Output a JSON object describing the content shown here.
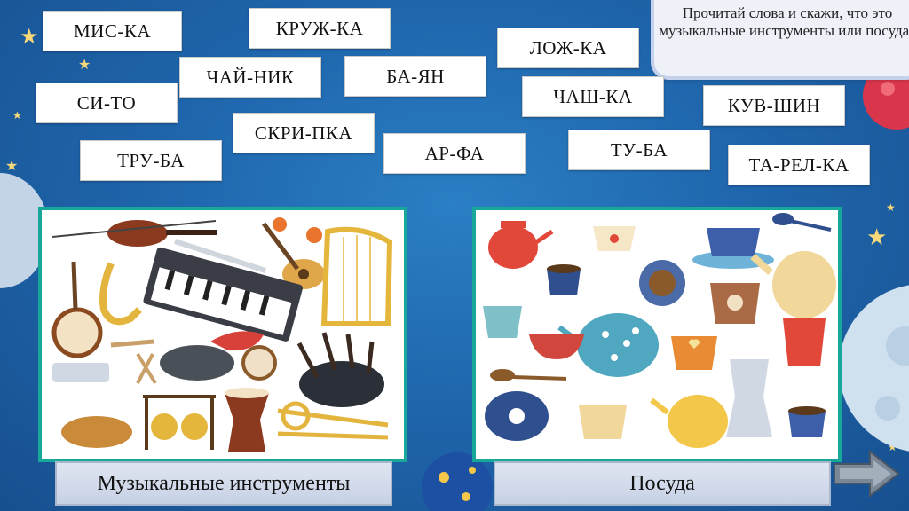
{
  "prompt": {
    "text": "Прочитай слова и скажи, что это музыкальные инструменты или посуда?"
  },
  "words": [
    {
      "label": "МИС-КА"
    },
    {
      "label": "КРУЖ-КА"
    },
    {
      "label": "ЧАЙ-НИК"
    },
    {
      "label": "БА-ЯН"
    },
    {
      "label": "СИ-ТО"
    },
    {
      "label": "СКРИ-ПКА"
    },
    {
      "label": "ТРУ-БА"
    },
    {
      "label": "АР-ФА"
    },
    {
      "label": "ЛОЖ-КА"
    },
    {
      "label": "ЧАШ-КА"
    },
    {
      "label": "КУВ-ШИН"
    },
    {
      "label": "ТУ-БА"
    },
    {
      "label": "ТА-РЕЛ-КА"
    }
  ],
  "categories": {
    "instruments_label": "Музыкальные инструменты",
    "dishes_label": "Посуда"
  },
  "icons": {
    "nav": "arrow-right-icon",
    "decor": "star-icon"
  },
  "colors": {
    "panel_border": "#17a89a",
    "background": "#1f66ad"
  }
}
